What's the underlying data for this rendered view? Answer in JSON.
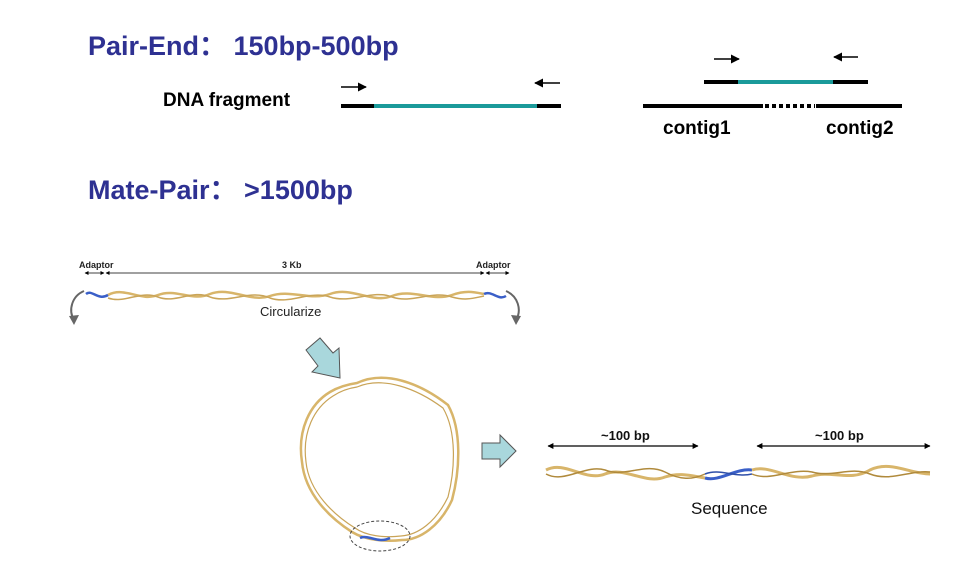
{
  "pair_end": {
    "title": "Pair-End： 150bp-500bp",
    "dna_fragment_label": "DNA fragment",
    "contig1_label": "contig1",
    "contig2_label": "contig2"
  },
  "mate_pair": {
    "title": "Mate-Pair： >1500bp",
    "adaptor_left_label": "Adaptor",
    "adaptor_right_label": "Adaptor",
    "span_label": "3 Kb",
    "circularize_label": "Circularize",
    "left_read_label": "~100 bp",
    "right_read_label": "~100 bp",
    "sequence_label": "Sequence"
  },
  "colors": {
    "heading": "#2e3192",
    "insert": "#1a9a9a",
    "dna_strand": "#d8b56a",
    "dna_rung": "#b08a3c",
    "adaptor_dna": "#3a5fc8",
    "flow_arrow": "#a9d7dc"
  }
}
